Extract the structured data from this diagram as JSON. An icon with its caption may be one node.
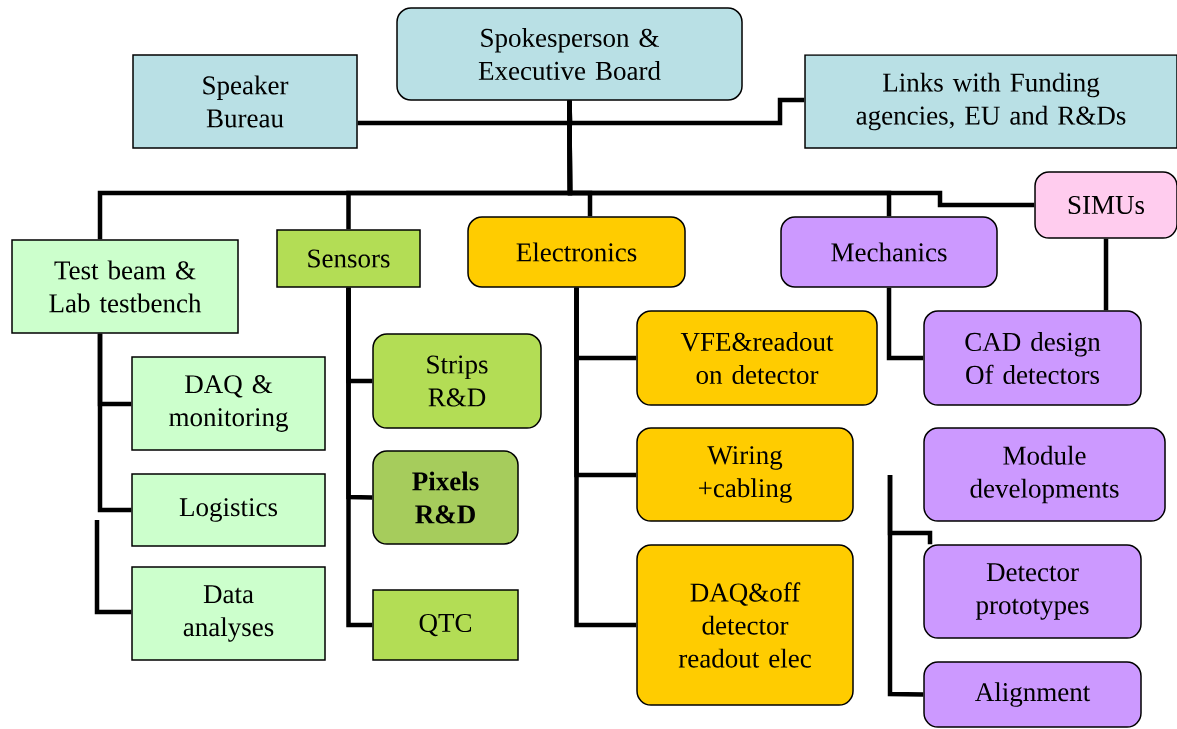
{
  "diagram": {
    "nodes": [
      {
        "text": [
          "Spokesperson & Executive Board"
        ]
      },
      {
        "text": [
          "Speaker Bureau"
        ]
      },
      {
        "text": [
          "Links with Funding agencies, EU and R&Ds"
        ]
      },
      {
        "text": [
          "SIMUs"
        ]
      },
      {
        "text": [
          "Test beam & Lab testbench"
        ]
      },
      {
        "text": [
          "Sensors"
        ]
      },
      {
        "text": [
          "Electronics"
        ]
      },
      {
        "text": [
          "Mechanics"
        ]
      },
      {
        "text": [
          "DAQ & monitoring"
        ]
      },
      {
        "text": [
          "Logistics"
        ]
      },
      {
        "text": [
          "Data analyses"
        ]
      },
      {
        "text": [
          "Strips R&D"
        ]
      },
      {
        "text": [
          "Pixels R&D"
        ]
      },
      {
        "text": [
          "QTC"
        ]
      },
      {
        "text": [
          "VFE&readout on detector"
        ]
      },
      {
        "text": [
          "Wiring +cabling"
        ]
      },
      {
        "text": [
          "DAQ&off detector readout elec"
        ]
      },
      {
        "text": [
          "CAD design Of detectors"
        ]
      },
      {
        "text": [
          "Module developments"
        ]
      },
      {
        "text": [
          "Detector prototypes"
        ]
      },
      {
        "text": [
          "Alignment"
        ]
      }
    ],
    "edges": [
      {
        "from": 0,
        "to": 1,
        "arrow": "none"
      },
      {
        "from": 0,
        "to": 2,
        "arrow": "none"
      },
      {
        "from": 0,
        "to": 4,
        "arrow": "none"
      },
      {
        "from": 0,
        "to": 5,
        "arrow": "none"
      },
      {
        "from": 0,
        "to": 6,
        "arrow": "none"
      },
      {
        "from": 0,
        "to": 7,
        "arrow": "none"
      },
      {
        "from": 0,
        "to": 3,
        "arrow": "none"
      },
      {
        "from": 4,
        "to": 8,
        "arrow": "none"
      },
      {
        "from": 4,
        "to": 9,
        "arrow": "none"
      },
      {
        "from": null,
        "to": 10,
        "arrow": "none"
      },
      {
        "from": 5,
        "to": 11,
        "arrow": "none"
      },
      {
        "from": 5,
        "to": 12,
        "arrow": "none"
      },
      {
        "from": 5,
        "to": 13,
        "arrow": "none"
      },
      {
        "from": 6,
        "to": 14,
        "arrow": "none"
      },
      {
        "from": 6,
        "to": 15,
        "arrow": "none"
      },
      {
        "from": 6,
        "to": 16,
        "arrow": "none"
      },
      {
        "from": 7,
        "to": 17,
        "arrow": "none"
      },
      {
        "from": 3,
        "to": 17,
        "arrow": "none"
      },
      {
        "from": null,
        "to": 19,
        "arrow": "none"
      },
      {
        "from": null,
        "to": 20,
        "arrow": "none"
      }
    ]
  }
}
